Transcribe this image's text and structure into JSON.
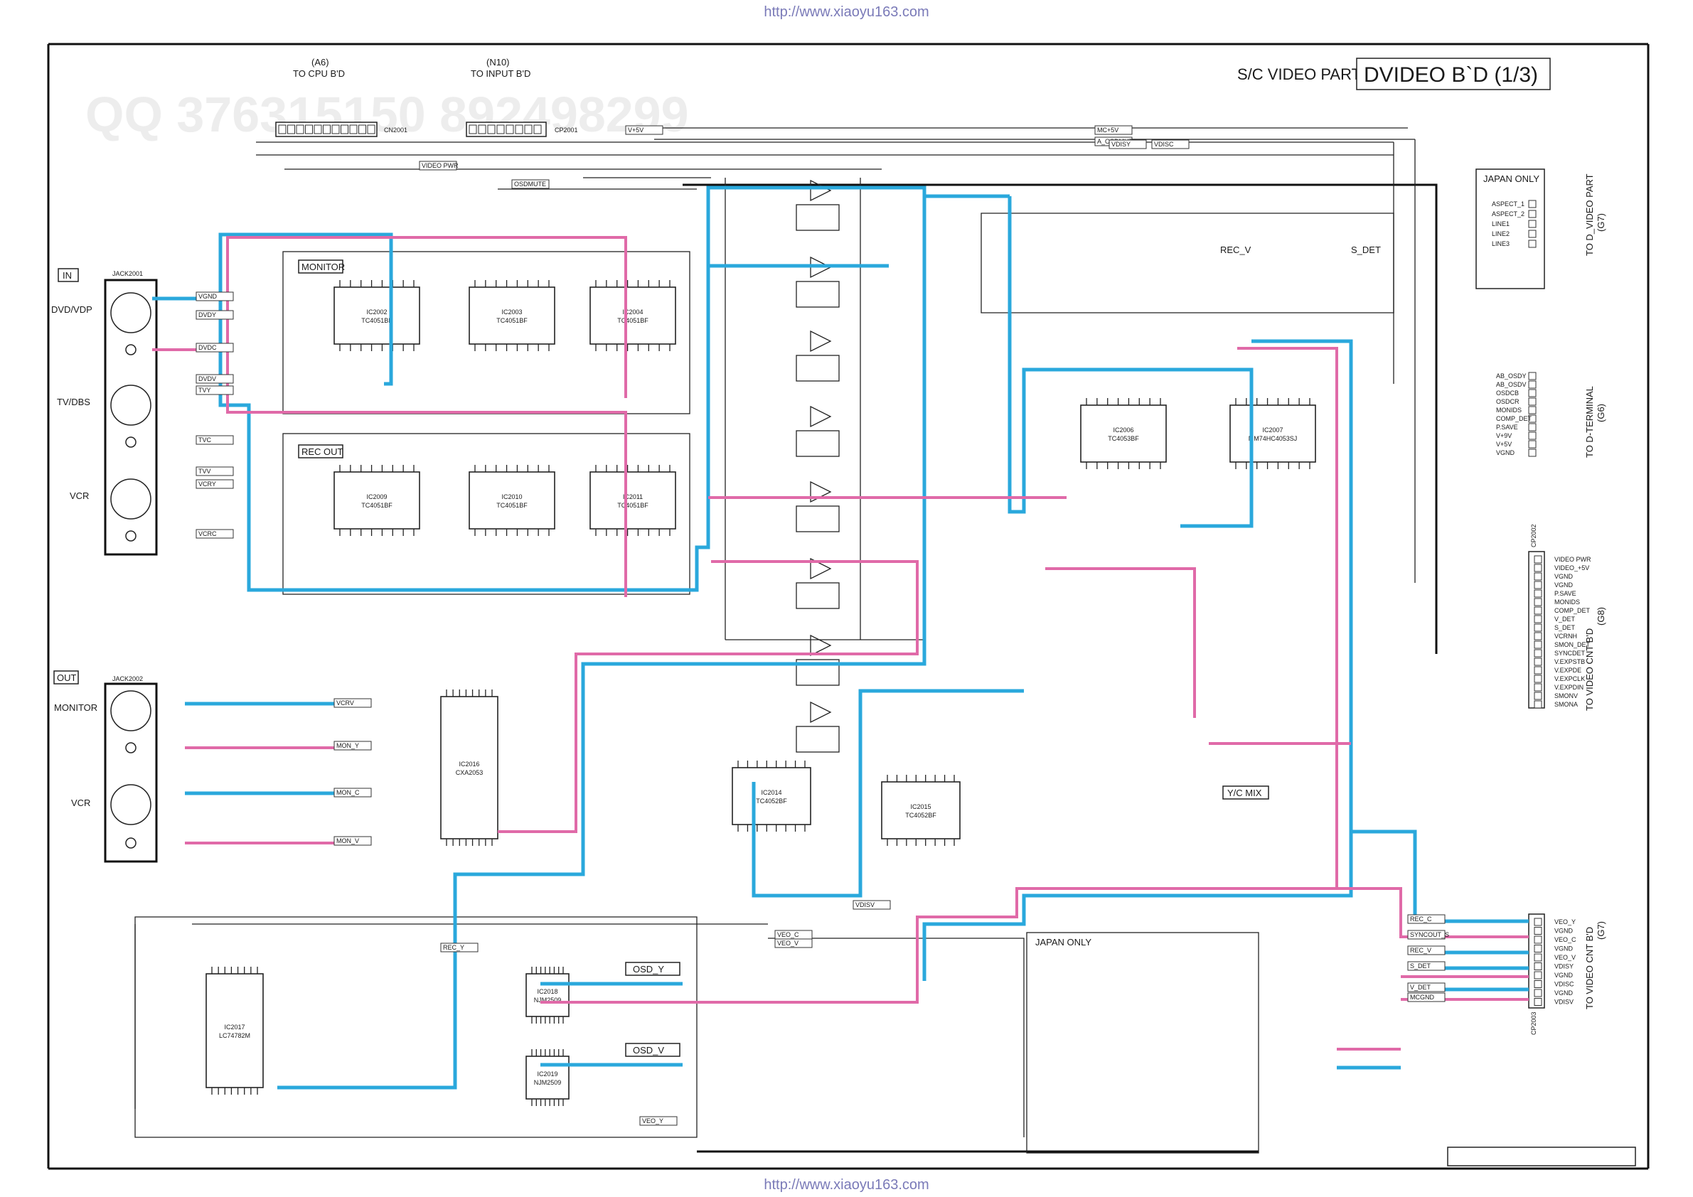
{
  "header": {
    "url": "http://www.xiaoyu163.com",
    "section": "S/C VIDEO PART",
    "board_title": "DVIDEO B`D (1/3)"
  },
  "watermark": "QQ 376315150   892498299",
  "connectors": {
    "cn2001": {
      "id": "CN2001",
      "ref": "(A6)",
      "to": "TO CPU B'D"
    },
    "cp2001": {
      "id": "CP2001",
      "ref": "(N10)",
      "to": "TO INPUT B'D"
    },
    "cp2002": {
      "id": "CP2002",
      "to": "TO VIDEO CNT B'D",
      "ref": "(G8)",
      "pins": [
        "VIDEO PWR",
        "VIDEO_+5V",
        "VGND",
        "VGND",
        "P.SAVE",
        "MONIDS",
        "COMP_DET",
        "V_DET",
        "S_DET",
        "VCRNH",
        "SMON_DET",
        "SYNCDET",
        "V.EXPSTB",
        "V.EXPDE",
        "V.EXPCLK",
        "V.EXPDIN",
        "SMONV",
        "SMONA"
      ]
    },
    "cp2003": {
      "id": "CP2003",
      "to": "TO VIDEO CNT B'D",
      "ref": "(G7)",
      "pins": [
        "VEO_Y",
        "VGND",
        "VEO_C",
        "VGND",
        "VEO_V",
        "VDISY",
        "VGND",
        "VDISC",
        "VGND",
        "VDISV"
      ]
    },
    "d_video": {
      "to": "TO D_VIDEO PART",
      "ref": "(G7)",
      "pins": [
        "ASPECT_1",
        "ASPECT_2",
        "LINE1",
        "LINE2",
        "LINE3"
      ]
    },
    "d_terminal": {
      "to": "TO D-TERMINAL",
      "ref": "(G6)",
      "pins": [
        "AB_OSDY",
        "AB_OSDV",
        "OSDCB",
        "OSDCR",
        "MONIDS",
        "COMP_DET",
        "P.SAVE",
        "V+9V",
        "V+5V",
        "VGND"
      ]
    }
  },
  "jacks": {
    "in_label": "IN",
    "out_label": "OUT",
    "jack2001": "JACK2001",
    "jack2002": "JACK2002",
    "inputs": [
      "DVD/VDP",
      "TV/DBS",
      "VCR"
    ],
    "outputs": [
      "MONITOR",
      "VCR"
    ]
  },
  "blocks": {
    "monitor": "MONITOR",
    "rec_out": "REC OUT",
    "osd_y": "OSD_Y",
    "osd_v": "OSD_V",
    "yc_mix": "Y/C MIX",
    "japan_only_1": "JAPAN ONLY",
    "japan_only_2": "JAPAN ONLY"
  },
  "ics": [
    {
      "ref": "IC2002",
      "part": "TC4051BF"
    },
    {
      "ref": "IC2003",
      "part": "TC4051BF"
    },
    {
      "ref": "IC2004",
      "part": "TC4051BF"
    },
    {
      "ref": "IC2009",
      "part": "TC4051BF"
    },
    {
      "ref": "IC2010",
      "part": "TC4051BF"
    },
    {
      "ref": "IC2011",
      "part": "TC4051BF"
    },
    {
      "ref": "IC2006",
      "part": "TC4053BF"
    },
    {
      "ref": "IC2007",
      "part": "MM74HC4053SJ"
    },
    {
      "ref": "IC2014",
      "part": "TC4052BF"
    },
    {
      "ref": "IC2015",
      "part": "TC4052BF"
    },
    {
      "ref": "IC2016",
      "part": "CXA2053"
    },
    {
      "ref": "IC2017",
      "part": "LC74782M"
    },
    {
      "ref": "IC2018",
      "part": "NJM2509"
    },
    {
      "ref": "IC2019",
      "part": "NJM2509"
    }
  ],
  "net_labels": [
    "VIDEO PWR",
    "OSDMUTE",
    "V+5V",
    "MC+5V",
    "A_OSDMUTE",
    "VGND",
    "DVDY",
    "DVDC",
    "DVDV",
    "TVY",
    "TVC",
    "TVV",
    "VCRY",
    "VCRC",
    "VCRV",
    "MON_Y",
    "MON_C",
    "MON_V",
    "REC_Y",
    "REC_C",
    "REC_V",
    "S_DET",
    "V_DET",
    "MCGND",
    "SYNCOUT_S",
    "VEO_Y",
    "VEO_C",
    "VEO_V",
    "VDISY",
    "VDISC",
    "VDISV"
  ],
  "colors": {
    "signal_blue": "#2aa8dc",
    "signal_pink": "#e06aa8",
    "line": "#1a1a1a",
    "url_text": "#7a7ab8"
  }
}
